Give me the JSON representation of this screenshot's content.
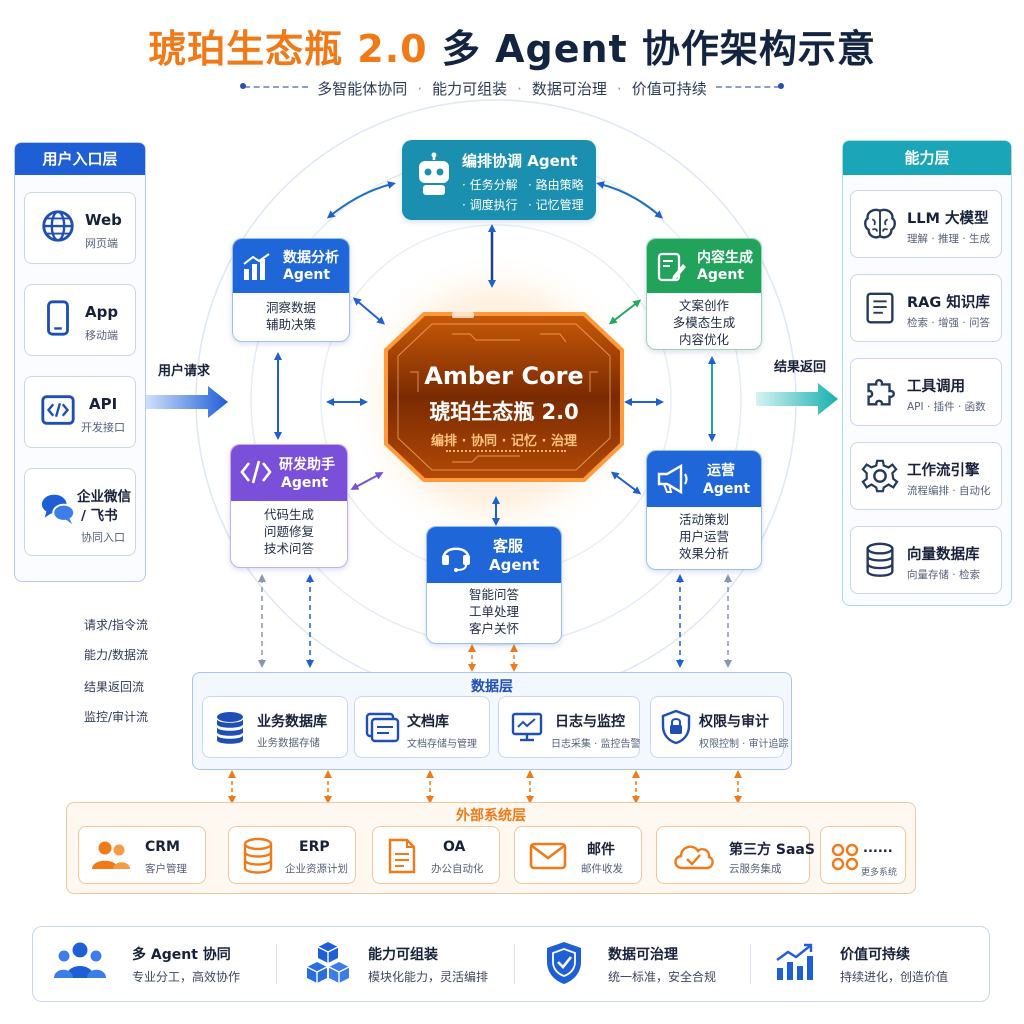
{
  "title": {
    "part1": "琥珀生态瓶 2.0",
    "part2": "多 Agent 协作架构示意"
  },
  "subtitle": [
    "多智能体协同",
    "能力可组装",
    "数据可治理",
    "价值可持续"
  ],
  "subtitle_sep": "·",
  "colors": {
    "orange": "#f07a18",
    "blue": "#1f5fd6",
    "teal": "#1aa5b8",
    "green": "#27a861",
    "purple": "#7b4fd6",
    "gray": "#8a96ad"
  },
  "user_layer": {
    "title": "用户入口层",
    "items": [
      {
        "label": "Web",
        "sub": "网页端",
        "icon": "globe-icon"
      },
      {
        "label": "App",
        "sub": "移动端",
        "icon": "phone-icon"
      },
      {
        "label": "API",
        "sub": "开发接口",
        "icon": "code-icon"
      },
      {
        "label": "企业微信 / 飞书",
        "label_line1": "企业微信",
        "label_line2": "/ 飞书",
        "sub": "协同入口",
        "icon": "chat-icon"
      }
    ]
  },
  "capability_layer": {
    "title": "能力层",
    "items": [
      {
        "label": "LLM 大模型",
        "sub": "理解 · 推理 · 生成",
        "icon": "brain-icon"
      },
      {
        "label": "RAG 知识库",
        "sub": "检索 · 增强 · 问答",
        "icon": "book-icon"
      },
      {
        "label": "工具调用",
        "sub": "API · 插件 · 函数",
        "icon": "puzzle-icon"
      },
      {
        "label": "工作流引擎",
        "sub": "流程编排 · 自动化",
        "icon": "gear-icon"
      },
      {
        "label": "向量数据库",
        "sub": "向量存储 · 检索",
        "icon": "database-icon"
      }
    ]
  },
  "user_request": "用户请求",
  "result_return": "结果返回",
  "core": {
    "line1": "Amber Core",
    "line2": "琥珀生态瓶 2.0",
    "tags": "编排 · 协同 · 记忆 · 治理"
  },
  "agents": {
    "orchestrator": {
      "title": "编排协调 Agent",
      "items": [
        "· 任务分解",
        "· 路由策略",
        "· 调度执行",
        "· 记忆管理"
      ],
      "icon": "robot-icon"
    },
    "data": {
      "title1": "数据分析",
      "title2": "Agent",
      "items": [
        "洞察数据",
        "辅助决策"
      ],
      "icon": "bar-chart-icon"
    },
    "content": {
      "title1": "内容生成",
      "title2": "Agent",
      "items": [
        "文案创作",
        "多模态生成",
        "内容优化"
      ],
      "icon": "edit-icon"
    },
    "dev": {
      "title1": "研发助手",
      "title2": "Agent",
      "items": [
        "代码生成",
        "问题修复",
        "技术问答"
      ],
      "icon": "code-icon"
    },
    "ops": {
      "title1": "运营",
      "title2": "Agent",
      "items": [
        "活动策划",
        "用户运营",
        "效果分析"
      ],
      "icon": "megaphone-icon"
    },
    "service": {
      "title1": "客服",
      "title2": "Agent",
      "items": [
        "智能问答",
        "工单处理",
        "客户关怀"
      ],
      "icon": "headset-icon"
    }
  },
  "legend": [
    {
      "label": "请求/指令流",
      "color": "#1f5fd6",
      "style": "solid"
    },
    {
      "label": "能力/数据流",
      "color": "#f07a18",
      "style": "solid"
    },
    {
      "label": "结果返回流",
      "color": "#27a861",
      "style": "dashed"
    },
    {
      "label": "监控/审计流",
      "color": "#8a96ad",
      "style": "dashed"
    }
  ],
  "data_layer": {
    "title": "数据层",
    "items": [
      {
        "label": "业务数据库",
        "sub": "业务数据存储",
        "icon": "database-icon"
      },
      {
        "label": "文档库",
        "sub": "文档存储与管理",
        "icon": "document-icon"
      },
      {
        "label": "日志与监控",
        "sub": "日志采集 · 监控告警",
        "icon": "monitor-icon"
      },
      {
        "label": "权限与审计",
        "sub": "权限控制 · 审计追踪",
        "icon": "shield-lock-icon"
      }
    ]
  },
  "external_layer": {
    "title": "外部系统层",
    "items": [
      {
        "label": "CRM",
        "sub": "客户管理",
        "icon": "users-icon"
      },
      {
        "label": "ERP",
        "sub": "企业资源计划",
        "icon": "database-icon"
      },
      {
        "label": "OA",
        "sub": "办公自动化",
        "icon": "document-icon"
      },
      {
        "label": "邮件",
        "sub": "邮件收发",
        "icon": "mail-icon"
      },
      {
        "label": "第三方 SaaS",
        "sub": "云服务集成",
        "icon": "cloud-icon"
      },
      {
        "label": "......",
        "sub": "更多系统",
        "icon": "apps-icon"
      }
    ]
  },
  "features": [
    {
      "title": "多 Agent 协同",
      "sub": "专业分工，高效协作",
      "icon": "team-icon"
    },
    {
      "title": "能力可组装",
      "sub": "模块化能力，灵活编排",
      "icon": "cubes-icon"
    },
    {
      "title": "数据可治理",
      "sub": "统一标准，安全合规",
      "icon": "shield-icon"
    },
    {
      "title": "价值可持续",
      "sub": "持续进化，创造价值",
      "icon": "growth-chart-icon"
    }
  ]
}
